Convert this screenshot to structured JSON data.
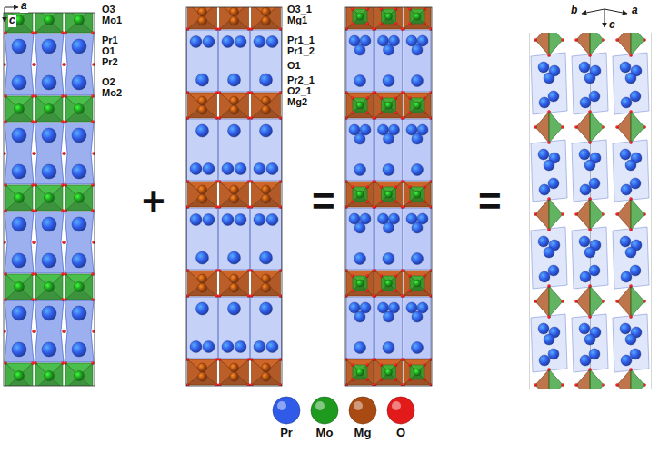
{
  "diagram": {
    "labels": [
      "a",
      "c",
      "O3",
      "Mo1",
      "Pr1",
      "O1",
      "Pr2",
      "O2",
      "Mo2",
      "+",
      "O3_1",
      "Mg1",
      "Pr1_1",
      "Pr1_2",
      "O1",
      "Pr2_1",
      "O2_1",
      "Mg2",
      "=",
      "=",
      "b",
      "a",
      "c"
    ],
    "legend": [
      {
        "text": "Pr",
        "color": "#2f5be8"
      },
      {
        "text": "Mo",
        "color": "#1e9a1e"
      },
      {
        "text": "Mg",
        "color": "#a84a12"
      },
      {
        "text": "O",
        "color": "#e31a1a"
      }
    ]
  }
}
